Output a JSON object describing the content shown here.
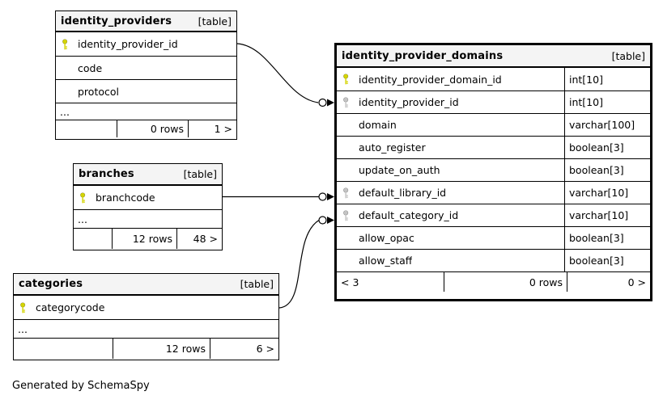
{
  "note": "Generated by SchemaSpy",
  "colors": {
    "primary_key": "#d4d400",
    "foreign_key": "#c4c4c4",
    "header_bg": "#f4f4f4",
    "border": "#000000",
    "connector": "#000000"
  },
  "tables": {
    "identity_providers": {
      "title": "identity_providers",
      "badge": "[table]",
      "columns": [
        {
          "name": "identity_provider_id",
          "key": "primary"
        },
        {
          "name": "code"
        },
        {
          "name": "protocol"
        },
        {
          "name": "..."
        }
      ],
      "footer": {
        "parents": "",
        "rows": "0 rows",
        "children": "1 >"
      }
    },
    "branches": {
      "title": "branches",
      "badge": "[table]",
      "columns": [
        {
          "name": "branchcode",
          "key": "primary"
        },
        {
          "name": "..."
        }
      ],
      "footer": {
        "parents": "",
        "rows": "12 rows",
        "children": "48 >"
      }
    },
    "categories": {
      "title": "categories",
      "badge": "[table]",
      "columns": [
        {
          "name": "categorycode",
          "key": "primary"
        },
        {
          "name": "..."
        }
      ],
      "footer": {
        "parents": "",
        "rows": "12 rows",
        "children": "6 >"
      }
    },
    "identity_provider_domains": {
      "title": "identity_provider_domains",
      "badge": "[table]",
      "columns": [
        {
          "name": "identity_provider_domain_id",
          "type": "int[10]",
          "key": "primary"
        },
        {
          "name": "identity_provider_id",
          "type": "int[10]",
          "key": "foreign"
        },
        {
          "name": "domain",
          "type": "varchar[100]"
        },
        {
          "name": "auto_register",
          "type": "boolean[3]"
        },
        {
          "name": "update_on_auth",
          "type": "boolean[3]"
        },
        {
          "name": "default_library_id",
          "type": "varchar[10]",
          "key": "foreign"
        },
        {
          "name": "default_category_id",
          "type": "varchar[10]",
          "key": "foreign"
        },
        {
          "name": "allow_opac",
          "type": "boolean[3]"
        },
        {
          "name": "allow_staff",
          "type": "boolean[3]"
        }
      ],
      "footer": {
        "parents": "< 3",
        "rows": "0 rows",
        "children": "0 >"
      }
    }
  },
  "relationships": [
    {
      "from_table": "identity_providers",
      "from_column": "identity_provider_id",
      "to_table": "identity_provider_domains",
      "to_column": "identity_provider_id"
    },
    {
      "from_table": "branches",
      "from_column": "branchcode",
      "to_table": "identity_provider_domains",
      "to_column": "default_library_id"
    },
    {
      "from_table": "categories",
      "from_column": "categorycode",
      "to_table": "identity_provider_domains",
      "to_column": "default_category_id"
    }
  ]
}
